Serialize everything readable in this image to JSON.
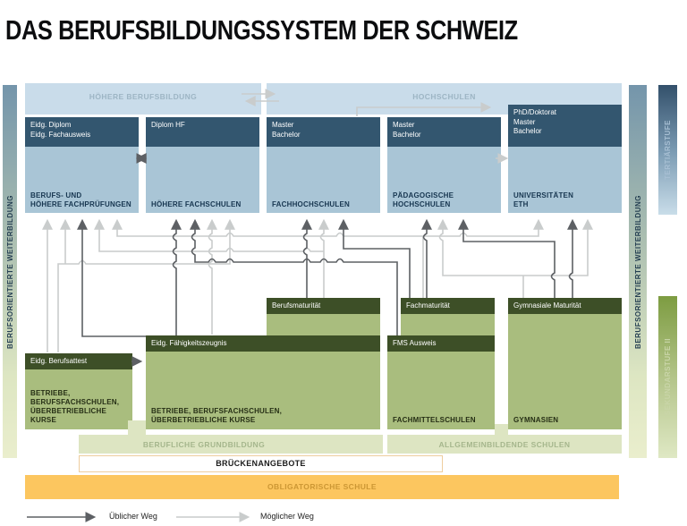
{
  "title": "DAS BERUFSBILDUNGSSYSTEM DER SCHWEIZ",
  "bands": {
    "hoehere": "HÖHERE BERUFSBILDUNG",
    "hochschulen": "HOCHSCHULEN",
    "grundbildung": "BERUFLICHE GRUNDBILDUNG",
    "allgemein": "ALLGEMEINBILDENDE SCHULEN",
    "bruecken": "BRÜCKENANGEBOTE",
    "obligatorisch": "OBLIGATORISCHE SCHULE"
  },
  "sidebars": {
    "weiterbildung": "BERUFSORIENTIERTE WEITERBILDUNG",
    "tertiaer": "TERTIÄRSTUFE",
    "sekundar": "SEKUNDARSTUFE II"
  },
  "tertiary": [
    {
      "degrees": [
        "Eidg. Diplom",
        "Eidg. Fachausweis"
      ],
      "institution": [
        "BERUFS- UND",
        "HÖHERE FACHPRÜFUNGEN"
      ]
    },
    {
      "degrees": [
        "Diplom HF"
      ],
      "institution": [
        "HÖHERE FACHSCHULEN"
      ]
    },
    {
      "degrees": [
        "Master",
        "Bachelor"
      ],
      "institution": [
        "FACHHOCHSCHULEN"
      ]
    },
    {
      "degrees": [
        "Master",
        "Bachelor"
      ],
      "institution": [
        "PÄDAGOGISCHE",
        "HOCHSCHULEN"
      ]
    },
    {
      "degrees": [
        "PhD/Doktorat",
        "Master",
        "Bachelor"
      ],
      "institution": [
        "UNIVERSITÄTEN",
        "ETH"
      ]
    }
  ],
  "secondary": {
    "berufsattest": {
      "title": "Eidg. Berufsattest",
      "body": [
        "BETRIEBE,",
        "BERUFSFACHSCHULEN,",
        "ÜBERBETRIEBLICHE KURSE"
      ]
    },
    "efz": {
      "title": "Eidg. Fähigkeitszeugnis",
      "body": [
        "BETRIEBE, BERUFSFACHSCHULEN,",
        "ÜBERBETRIEBLICHE KURSE"
      ]
    },
    "berufsmaturitaet": {
      "title": "Berufsmaturität"
    },
    "fachmaturitaet": {
      "title": "Fachmaturität"
    },
    "fms": {
      "title": "FMS Ausweis",
      "body": [
        "FACHMITTELSCHULEN"
      ]
    },
    "gymnasiale": {
      "title": "Gymnasiale Maturität",
      "body": [
        "GYMNASIEN"
      ]
    }
  },
  "legend": {
    "usual": "Üblicher Weg",
    "possible": "Möglicher Weg"
  },
  "colors": {
    "band_blue": "#c9dcea",
    "box_blue": "#a9c5d6",
    "header_blue": "#33566f",
    "header_green": "#3d4f27",
    "box_green": "#a9bd7e",
    "band_pale_green": "#dde5c2",
    "orange_band": "#fcc65f",
    "orange_text": "#cc9734",
    "usual_path": "#5d6064",
    "possible_path": "#c9cccc"
  }
}
